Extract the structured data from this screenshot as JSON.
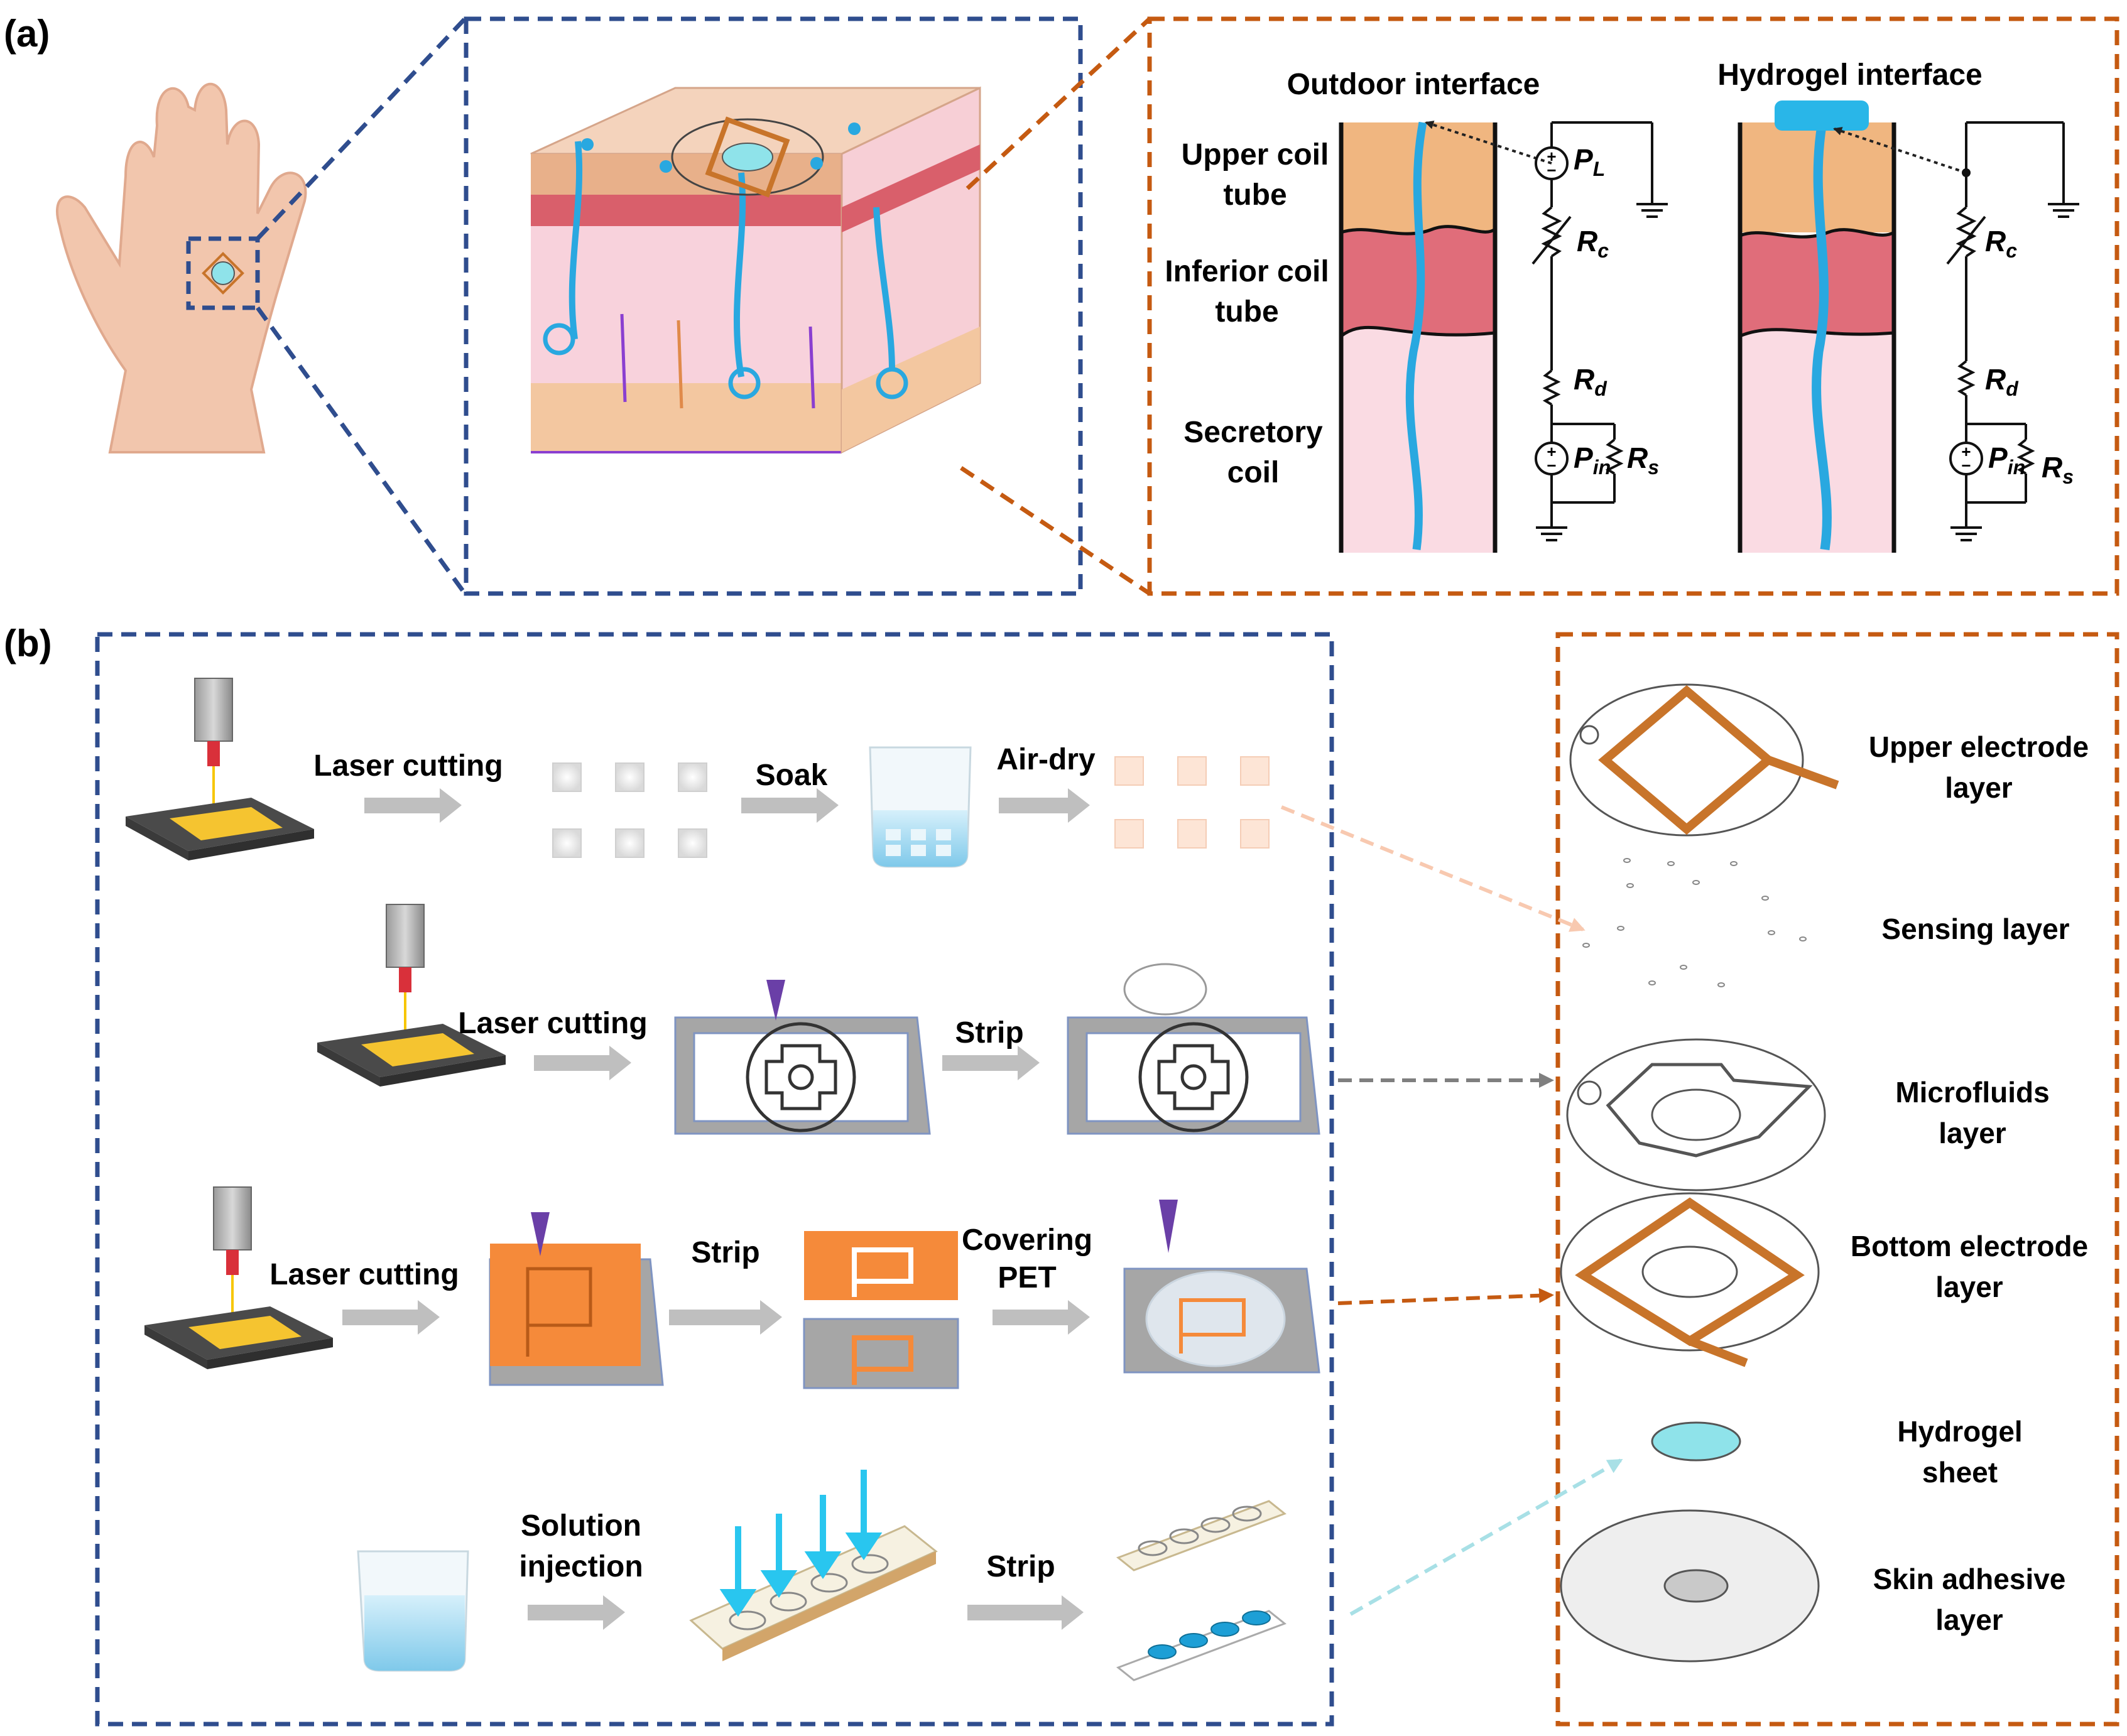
{
  "panel_a": {
    "label": "(a)",
    "outdoor": {
      "title": "Outdoor interface",
      "layers": [
        "Upper coil",
        "tube",
        "Inferior coil",
        "tube",
        "Secretory",
        "coil"
      ],
      "circuit": {
        "PL": "P",
        "PL_sub": "L",
        "Rc": "R",
        "Rc_sub": "c",
        "Rd": "R",
        "Rd_sub": "d",
        "Pin": "P",
        "Pin_sub": "in",
        "Rs": "R",
        "Rs_sub": "s"
      }
    },
    "hydrogel": {
      "title": "Hydrogel interface",
      "circuit": {
        "Rc": "R",
        "Rc_sub": "c",
        "Rd": "R",
        "Rd_sub": "d",
        "Pin": "P",
        "Pin_sub": "in",
        "Rs": "R",
        "Rs_sub": "s"
      }
    }
  },
  "panel_b": {
    "label": "(b)",
    "row1": {
      "step1": "Laser cutting",
      "step2": "Soak",
      "step3": "Air-dry"
    },
    "row2": {
      "step1": "Laser cutting",
      "step2": "Strip"
    },
    "row3": {
      "step1": "Laser cutting",
      "step2": "Strip",
      "step3_l1": "Covering",
      "step3_l2": "PET"
    },
    "row4": {
      "step1_l1": "Solution",
      "step1_l2": "injection",
      "step2": "Strip"
    },
    "layers": [
      {
        "l1": "Upper electrode",
        "l2": "layer"
      },
      {
        "l1": "Sensing layer",
        "l2": ""
      },
      {
        "l1": "Microfluids",
        "l2": "layer"
      },
      {
        "l1": "Bottom electrode",
        "l2": "layer"
      },
      {
        "l1": "Hydrogel",
        "l2": "sheet"
      },
      {
        "l1": "Skin adhesive",
        "l2": "layer"
      }
    ]
  },
  "colors": {
    "blue_frame": "#2f4d8e",
    "orange_frame": "#c55a11",
    "sweat_duct": "#29a8e0",
    "electrode": "#c8742a",
    "gold_pad": "#f4c430",
    "hydrogel_fill": "#8fe3ea"
  }
}
